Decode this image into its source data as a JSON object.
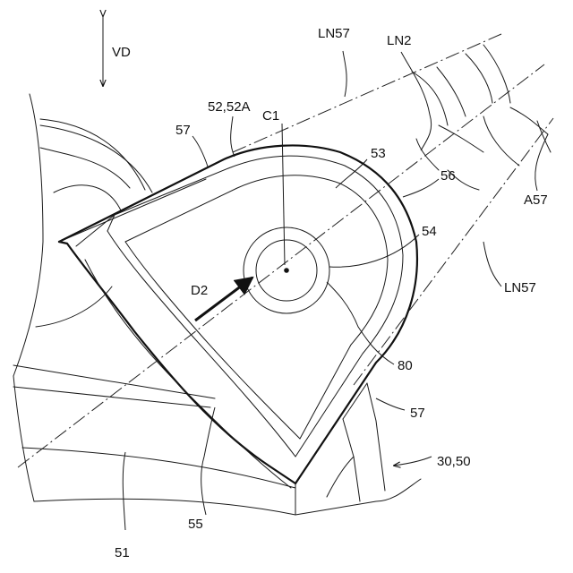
{
  "figure": {
    "direction_label": "VD",
    "labels": {
      "ln57_top": "LN57",
      "ln2": "LN2",
      "ref_52": "52,52A",
      "ref_c1": "C1",
      "ref_57_top": "57",
      "ref_53": "53",
      "ref_56": "56",
      "ref_a57": "A57",
      "ref_54": "54",
      "ref_ln57_right": "LN57",
      "ref_d2": "D2",
      "ref_80": "80",
      "ref_57_bottom": "57",
      "ref_30_50": "30,50",
      "ref_55": "55",
      "ref_51": "51"
    }
  }
}
